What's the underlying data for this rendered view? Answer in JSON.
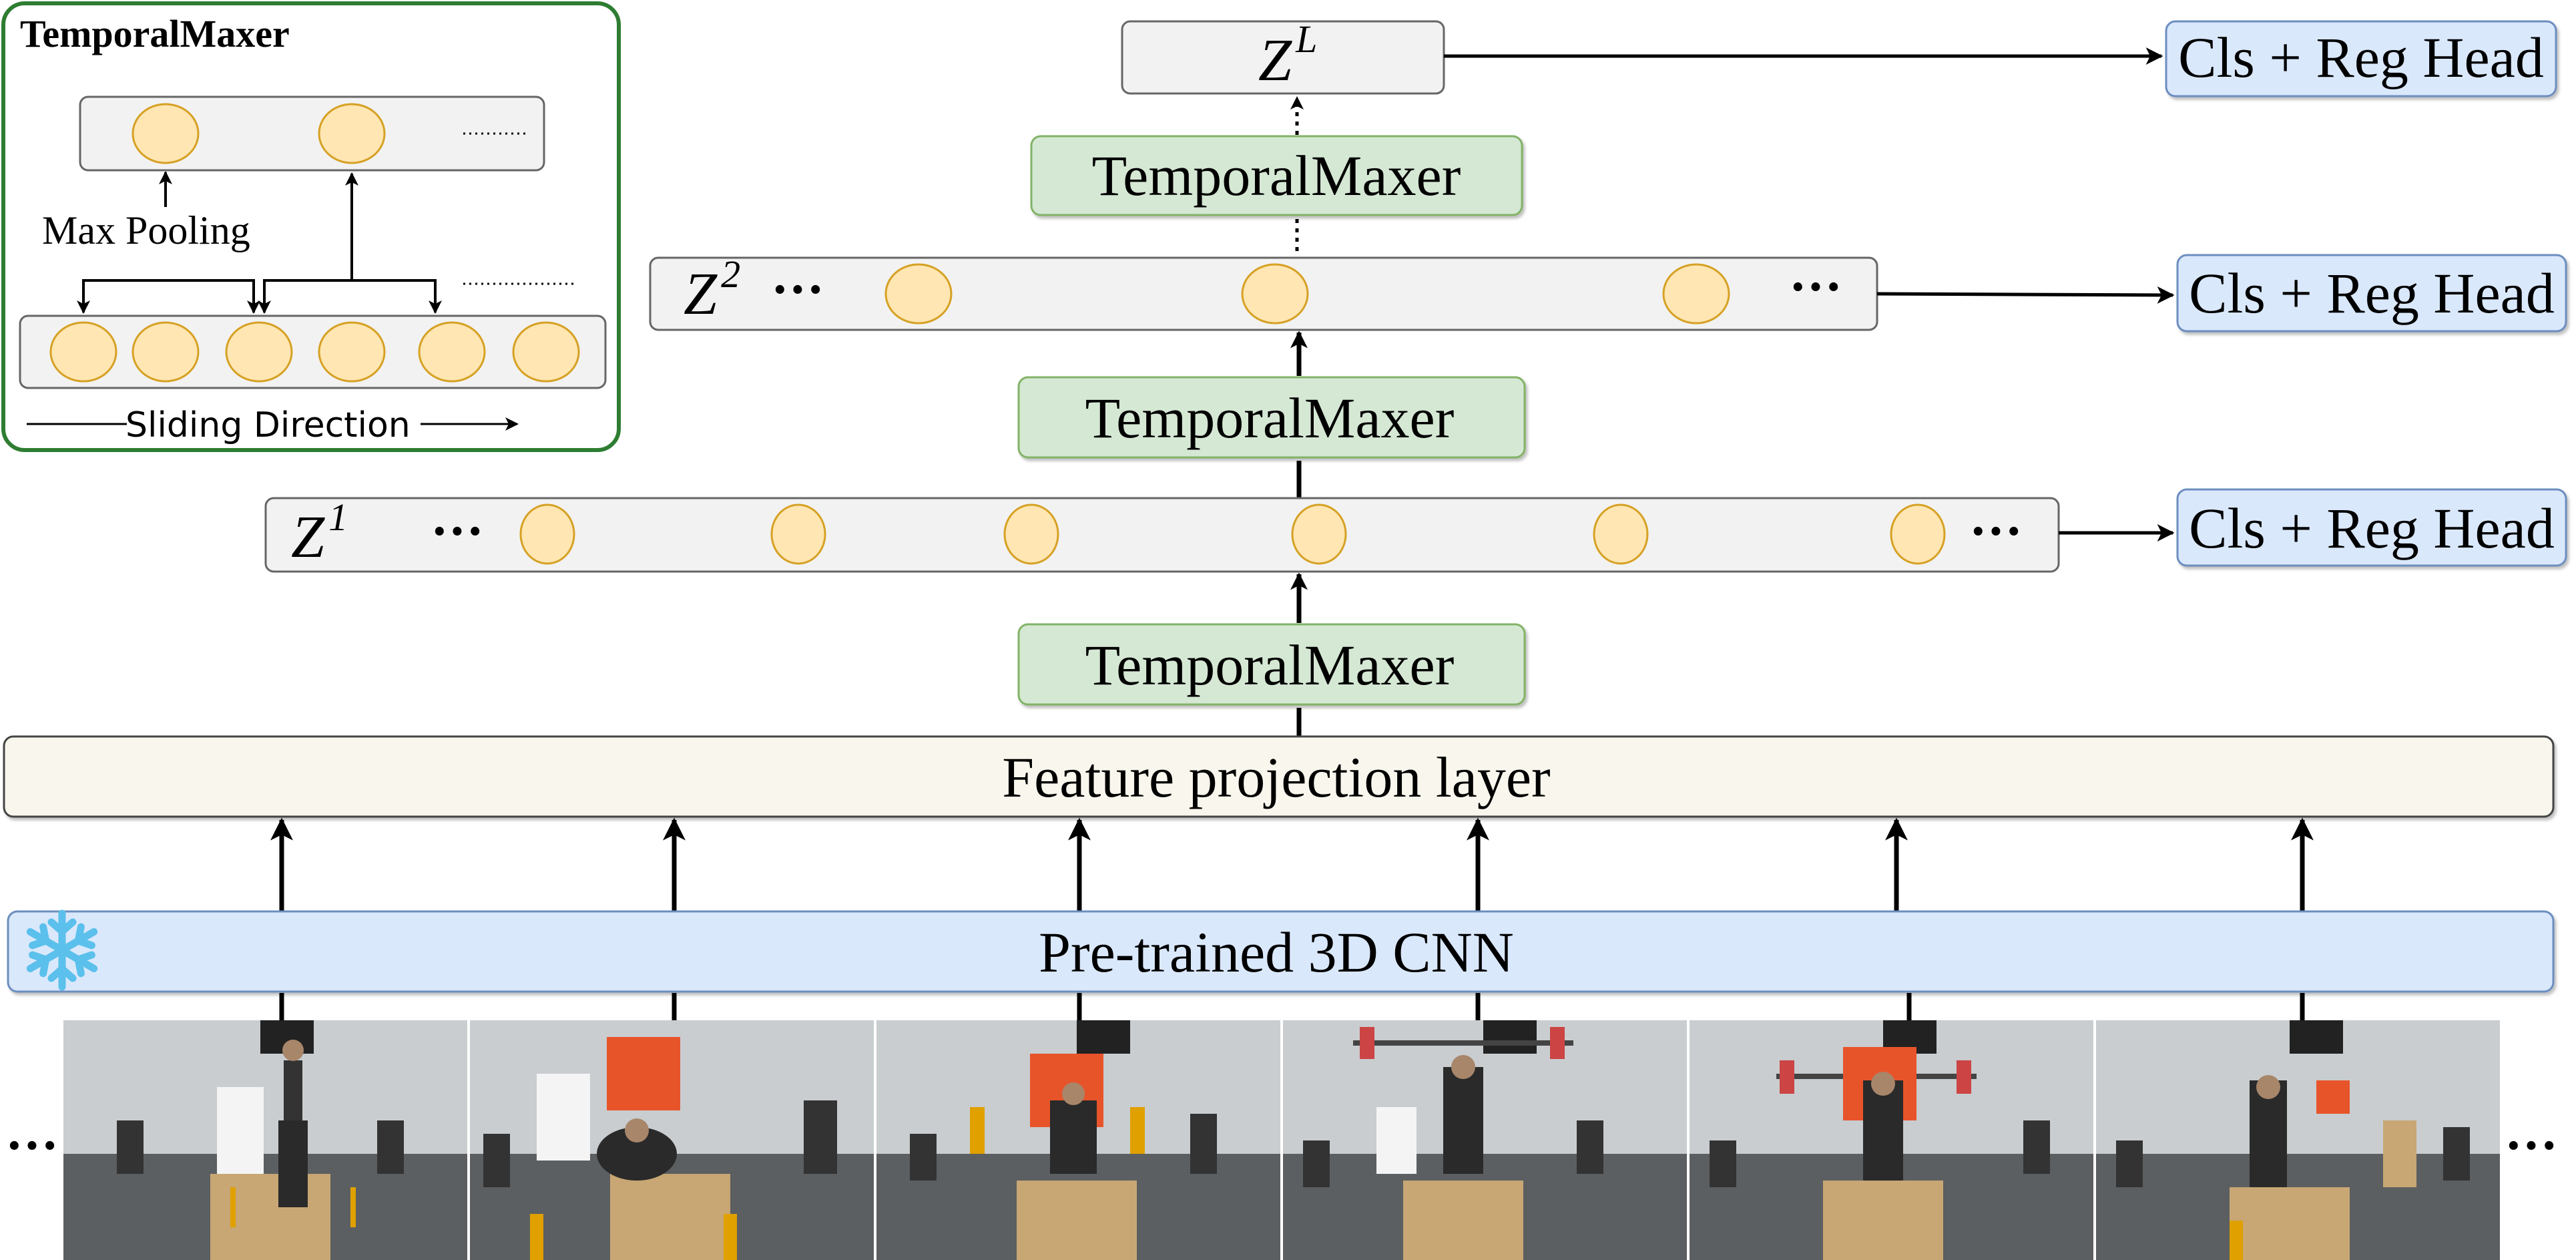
{
  "inset": {
    "title": "TemporalMaxer",
    "pool_label": "Max Pooling",
    "direction_label": "Sliding Direction"
  },
  "levels": {
    "zL": {
      "base": "Z",
      "sup": "L",
      "head": "Cls + Reg Head"
    },
    "z2": {
      "base": "Z",
      "sup": "2",
      "lead": "···",
      "trail": "···",
      "head": "Cls + Reg Head"
    },
    "z1": {
      "base": "Z",
      "sup": "1",
      "lead": "···",
      "trail": "···",
      "head": "Cls + Reg Head"
    }
  },
  "blocks": {
    "maxer_top": "TemporalMaxer",
    "maxer_mid": "TemporalMaxer",
    "maxer_bottom": "TemporalMaxer",
    "projection": "Feature projection layer",
    "backbone": "Pre-trained 3D CNN"
  },
  "frames": {
    "left_ellipsis": "···",
    "right_ellipsis": "···"
  },
  "colors": {
    "level_fill": "#f2f2f2",
    "feature_fill": "#ffe6b3",
    "feature_stroke": "#d6a124",
    "maxer_fill": "#d5e8d4",
    "maxer_stroke": "#82b366",
    "head_fill": "#dae8fc",
    "head_stroke": "#6c8ebf",
    "projection_fill": "#f9f7ed",
    "inset_border": "#2e7d32",
    "snowflake": "#5bc0eb"
  },
  "icons": {
    "snowflake": "snowflake-icon"
  }
}
